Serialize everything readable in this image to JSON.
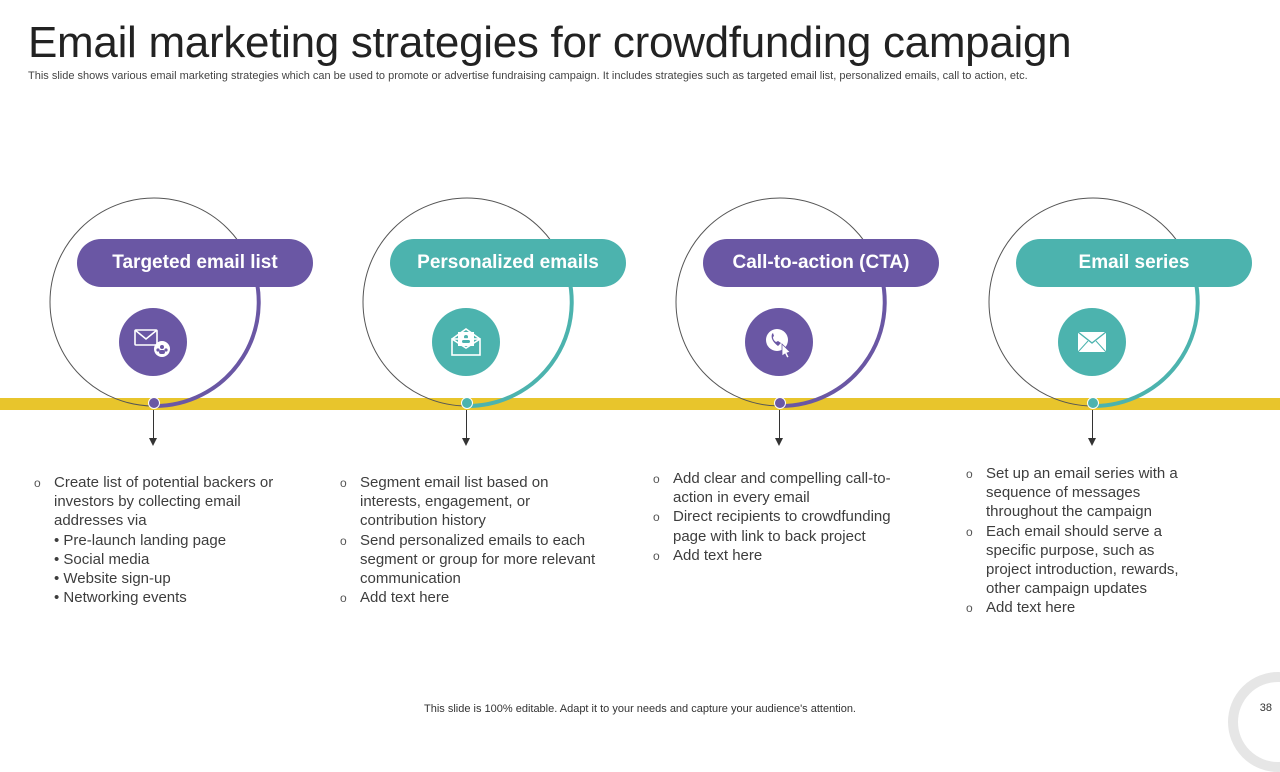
{
  "header": {
    "title": "Email marketing strategies for crowdfunding campaign",
    "subtitle": "This slide shows various email marketing strategies which can be used to promote or advertise fundraising campaign. It includes strategies such as targeted email list, personalized emails, call to action, etc."
  },
  "colors": {
    "purple": "#6a57a4",
    "teal": "#4cb3ae",
    "timeline": "#e8c52c"
  },
  "cards": [
    {
      "label": "Targeted email list",
      "color": "purple",
      "icon": "email-group-icon",
      "items": [
        "Create  list of potential backers or investors by collecting email addresses via"
      ],
      "subitems": [
        "• Pre-launch landing page",
        "• Social media",
        "• Website sign-up",
        "• Networking events"
      ]
    },
    {
      "label": "Personalized emails",
      "color": "teal",
      "icon": "open-envelope-icon",
      "items": [
        "Segment email list based on interests, engagement,  or contribution history",
        "Send personalized emails to each segment or group for more relevant  communication",
        "Add text here"
      ]
    },
    {
      "label": "Call-to-action (CTA)",
      "color": "purple",
      "icon": "phone-click-icon",
      "items": [
        "Add clear and compelling call-to-action in every email",
        "Direct recipients to crowdfunding page with link to back project",
        "Add text here"
      ]
    },
    {
      "label": "Email series",
      "color": "teal",
      "icon": "envelope-icon",
      "items": [
        "Set up an email series with a sequence of messages throughout  the campaign",
        "Each email should serve a specific purpose, such as project introduction,  rewards, other campaign updates",
        "Add text here"
      ]
    }
  ],
  "footer": {
    "note": "This slide is 100% editable. Adapt it to your needs and capture your audience's attention.",
    "page": "38"
  }
}
